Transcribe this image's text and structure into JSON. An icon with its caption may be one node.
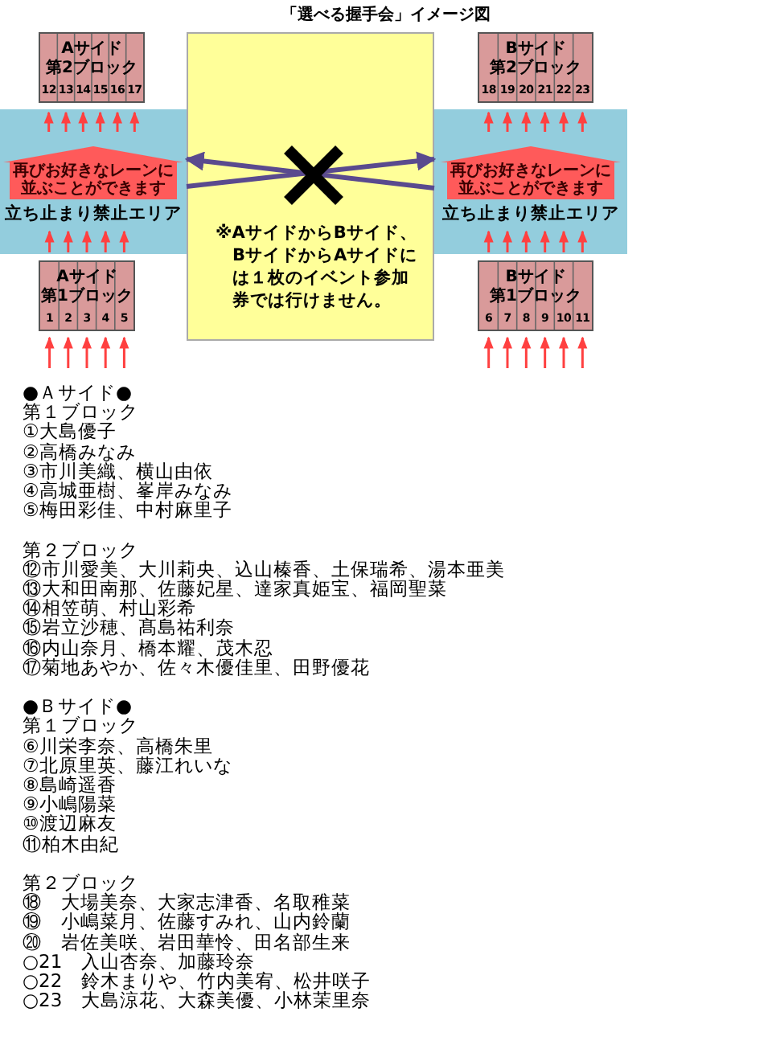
{
  "diagram": {
    "title": "「選べる握手会」イメージ図",
    "nodes": [
      {
        "text": [
          "Aサイド",
          "第2ブロック",
          "12",
          "13",
          "14",
          "15",
          "16",
          "17"
        ]
      },
      {
        "text": [
          "立ち止まり禁止エリア"
        ]
      },
      {
        "text": [
          "再びお好きなレーンに並ぶことができます"
        ],
        "in": 1
      },
      {
        "text": [
          "Aサイド",
          "第1ブロック",
          "1",
          "2",
          "3",
          "4",
          "5"
        ]
      },
      {
        "text": [
          "Bサイド",
          "第2ブロック",
          "18",
          "19",
          "20",
          "21",
          "22",
          "23"
        ]
      },
      {
        "text": [
          "立ち止まり禁止エリア"
        ]
      },
      {
        "text": [
          "再びお好きなレーンに並ぶことができます"
        ],
        "in": 5
      },
      {
        "text": [
          "Bサイド",
          "第1ブロック",
          "6",
          "7",
          "8",
          "9",
          "10",
          "11"
        ]
      }
    ],
    "edges": [
      {
        "from": 1,
        "to": 5,
        "arrow": "to"
      },
      {
        "from": 5,
        "to": 1,
        "arrow": "to"
      }
    ],
    "labels": [
      "※AサイドからBサイド、BサイドからAサイドには１枚のイベント参加券では行けません。",
      "●Ａサイド●",
      "第１ブロック",
      "①大島優子",
      "②高橋みなみ",
      "③市川美織、横山由依",
      "④高城亜樹、峯岸みなみ",
      "⑤梅田彩佳、中村麻里子",
      "第２ブロック",
      "⑫市川愛美、大川莉央、込山榛香、土保瑞希、湯本亜美",
      "⑬大和田南那、佐藤妃星、達家真姫宝、福岡聖菜",
      "⑭相笠萌、村山彩希",
      "⑮岩立沙穂、髙島祐利奈",
      "⑯内山奈月、橋本耀、茂木忍",
      "⑰菊地あやか、佐々木優佳里、田野優花",
      "●Ｂサイド●",
      "第１ブロック",
      "⑥川栄李奈、高橋朱里",
      "⑦北原里英、藤江れいな",
      "⑧島崎遥香",
      "⑨小嶋陽菜",
      "⑩渡辺麻友",
      "⑪柏木由紀",
      "第２ブロック",
      "⑱　大場美奈、大家志津香、名取稚菜",
      "⑲　小嶋菜月、佐藤すみれ、山内鈴蘭",
      "⑳　岩佐美咲、岩田華怜、田名部生来",
      "○21　入山杏奈、加藤玲奈",
      "○22　鈴木まりや、竹内美宥、松井咲子",
      "○23　大島涼花、大森美優、小林茉里奈"
    ]
  }
}
